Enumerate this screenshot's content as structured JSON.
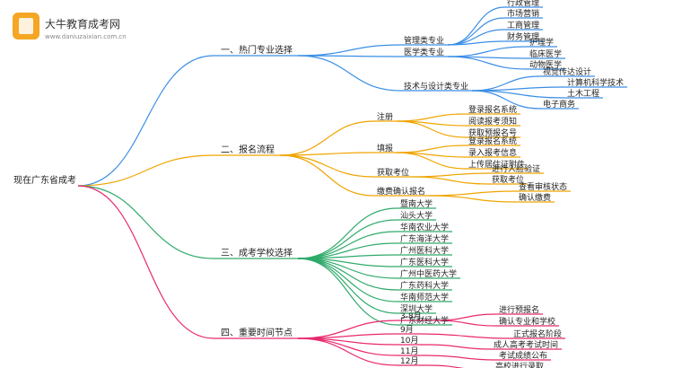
{
  "logo": {
    "title": "大牛教育成考网",
    "url": "www.daniuzaixian.com.cn"
  },
  "root": "现在广东省成考",
  "branches": [
    {
      "label": "一、热门专业选择",
      "color": "#3a8ee6",
      "children": [
        {
          "label": "管理类专业",
          "children": [
            "行政管理",
            "市场营销",
            "工商管理",
            "财务管理"
          ]
        },
        {
          "label": "医学类专业",
          "children": [
            "护理学",
            "临床医学",
            "动物医学"
          ]
        },
        {
          "label": "技术与设计类专业",
          "children": [
            "视觉传达设计",
            "计算机科学技术",
            "土木工程",
            "电子商务"
          ]
        }
      ]
    },
    {
      "label": "二、报名流程",
      "color": "#f0a400",
      "children": [
        {
          "label": "注册",
          "children": [
            "登录报名系统",
            "阅读报考须知",
            "获取预报名号"
          ]
        },
        {
          "label": "填报",
          "children": [
            "登录报名系统",
            "录入报考信息",
            "上传居住证附件"
          ]
        },
        {
          "label": "获取考位",
          "children": [
            "进行人脸验证",
            "获取考位"
          ]
        },
        {
          "label": "缴费确认报名",
          "children": [
            "查看审核状态",
            "确认缴费"
          ]
        }
      ]
    },
    {
      "label": "三、成考学校选择",
      "color": "#2eaa6a",
      "children": [
        {
          "label": "暨南大学"
        },
        {
          "label": "汕头大学"
        },
        {
          "label": "华南农业大学"
        },
        {
          "label": "广东海洋大学"
        },
        {
          "label": "广州医科大学"
        },
        {
          "label": "广东医科大学"
        },
        {
          "label": "广州中医药大学"
        },
        {
          "label": "广东药科大学"
        },
        {
          "label": "华南师范大学"
        },
        {
          "label": "深圳大学"
        },
        {
          "label": "广东财经大学"
        }
      ]
    },
    {
      "label": "四、重要时间节点",
      "color": "#e8286e",
      "children": [
        {
          "label": "3-8月",
          "children": [
            "进行预报名",
            "确认专业和学校"
          ]
        },
        {
          "label": "9月",
          "children": [
            "正式报名阶段"
          ]
        },
        {
          "label": "10月",
          "children": [
            "成人高考考试时间"
          ]
        },
        {
          "label": "11月",
          "children": [
            "考试成绩公布"
          ]
        },
        {
          "label": "12月",
          "children": [
            "高校进行录取"
          ]
        }
      ]
    }
  ]
}
